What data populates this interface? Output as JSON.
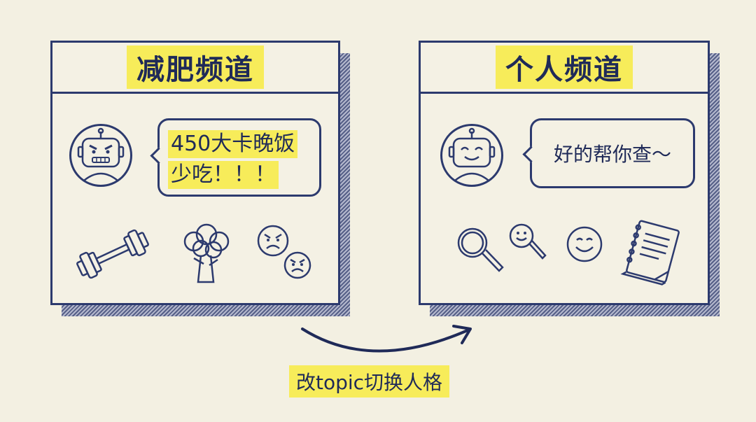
{
  "left_panel": {
    "title": "减肥频道",
    "message_line1": "450大卡晚饭",
    "message_line2": "少吃！！！",
    "avatar": "angry-robot-icon",
    "icons": [
      "dumbbell-icon",
      "broccoli-icon",
      "angry-face-icon",
      "angry-face-icon"
    ]
  },
  "right_panel": {
    "title": "个人频道",
    "message": "好的帮你查～",
    "avatar": "smiling-robot-icon",
    "icons": [
      "magnifier-icon",
      "smiling-magnifier-icon",
      "smile-face-icon",
      "notebook-icon"
    ]
  },
  "transition": {
    "caption": "改topic切换人格"
  },
  "colors": {
    "ink": "#2c3a6e",
    "highlight": "#f7ec5a",
    "paper": "#f3f0e2"
  }
}
